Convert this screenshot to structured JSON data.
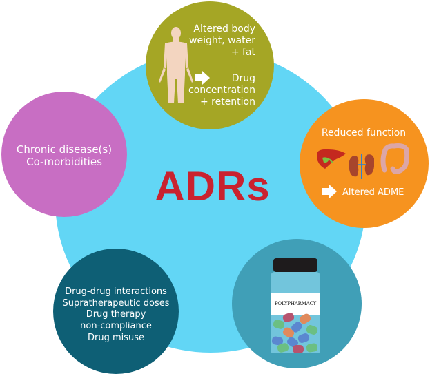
{
  "center": {
    "title": "ADRs",
    "title_color": "#c9222f",
    "background_color": "#62d6f5"
  },
  "factors": {
    "body_composition": {
      "color": "#a5a625",
      "icon": "human-body-icon",
      "text_line1": "Altered body weight, water + fat",
      "arrow_icon": "right-arrow-icon",
      "text_line2": "Drug concentration + retention"
    },
    "chronic_disease": {
      "color": "#c86ec3",
      "text_line1": "Chronic disease(s)",
      "text_line2": "Co-morbidities"
    },
    "organ_function": {
      "color": "#f6931f",
      "title": "Reduced function",
      "icons": [
        "liver-icon",
        "kidneys-icon",
        "colon-icon"
      ],
      "arrow_icon": "right-arrow-icon",
      "result": "Altered ADME"
    },
    "drug_use": {
      "color": "#0e5f75",
      "items": [
        "Drug-drug interactions",
        "Supratherapeutic doses",
        "Drug therapy non-compliance",
        "Drug misuse"
      ]
    },
    "polypharmacy": {
      "color": "#409fb7",
      "icon": "pill-bottle-icon",
      "label": "POLYPHARMACY"
    }
  }
}
